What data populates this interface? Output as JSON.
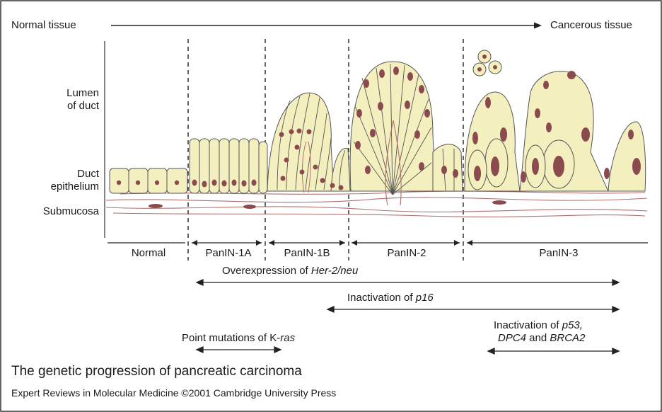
{
  "progression": {
    "start": "Normal tissue",
    "end": "Cancerous tissue"
  },
  "layers": {
    "lumen": [
      "Lumen",
      "of duct"
    ],
    "epithelium": [
      "Duct",
      "epithelium"
    ],
    "submucosa": "Submucosa"
  },
  "stages": [
    "Normal",
    "PanIN-1A",
    "PanIN-1B",
    "PanIN-2",
    "PanIN-3"
  ],
  "events": {
    "her2": {
      "prefix": "Overexpression of ",
      "gene": "Her-2/neu"
    },
    "p16": {
      "prefix": "Inactivation of ",
      "gene": "p16"
    },
    "kras": {
      "prefix": "Point mutations of K-",
      "gene": "ras"
    },
    "p53": {
      "line1_prefix": "Inactivation of ",
      "line1_gene": "p53,",
      "line2_gene_a": "DPC4",
      "line2_mid": " and ",
      "line2_gene_b": "BRCA2"
    }
  },
  "title": "The genetic progression of pancreatic carcinoma",
  "credit": "Expert Reviews in Molecular Medicine ©2001 Cambridge University Press",
  "colors": {
    "cell": "#f4efbe",
    "nucleus": "#8a4a4e",
    "outline": "#555555",
    "stroma": "#b07070",
    "frame": "#333333"
  }
}
